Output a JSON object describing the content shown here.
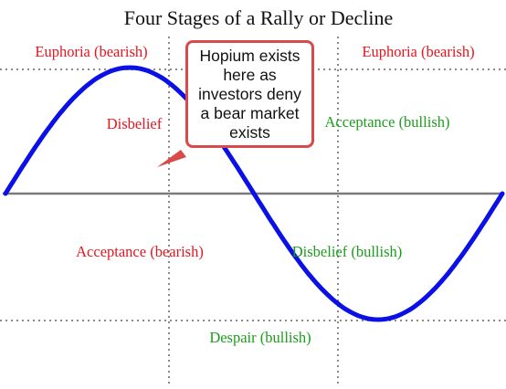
{
  "title": "Four Stages of a Rally or Decline",
  "labels": {
    "euphoria_left": "Euphoria (bearish)",
    "euphoria_right": "Euphoria (bearish)",
    "disbelief_bearish": "Disbelief",
    "acceptance_bullish": "Acceptance (bullish)",
    "acceptance_bearish": "Acceptance (bearish)",
    "disbelief_bullish": "Disbelief (bullish)",
    "despair_bullish": "Despair (bullish)"
  },
  "callout": {
    "text": "Hopium exists\nhere as\ninvestors deny\na bear market\nexists"
  },
  "colors": {
    "wave": "#0a10e6",
    "bearish_label": "#e8141e",
    "bullish_label": "#1a9e1a",
    "callout_border": "#d94a4a",
    "axis": "#7a7a7a",
    "dotted_grid": "#8a8a8a"
  }
}
